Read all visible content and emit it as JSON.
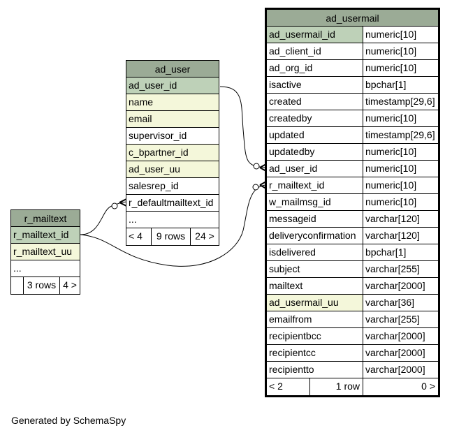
{
  "tables": {
    "ad_user": {
      "name": "ad_user",
      "columns": [
        {
          "name": "ad_user_id",
          "kind": "pk"
        },
        {
          "name": "name",
          "kind": "idx"
        },
        {
          "name": "email",
          "kind": "idx"
        },
        {
          "name": "supervisor_id",
          "kind": "plain"
        },
        {
          "name": "c_bpartner_id",
          "kind": "idx"
        },
        {
          "name": "ad_user_uu",
          "kind": "idx"
        },
        {
          "name": "salesrep_id",
          "kind": "plain"
        },
        {
          "name": "r_defaultmailtext_id",
          "kind": "plain"
        },
        {
          "name": "...",
          "kind": "plain"
        }
      ],
      "footer": {
        "parents": "< 4",
        "rows": "9 rows",
        "children": "24 >"
      }
    },
    "r_mailtext": {
      "name": "r_mailtext",
      "columns": [
        {
          "name": "r_mailtext_id",
          "kind": "pk"
        },
        {
          "name": "r_mailtext_uu",
          "kind": "idx"
        },
        {
          "name": "...",
          "kind": "plain"
        }
      ],
      "footer": {
        "parents": "",
        "rows": "3 rows",
        "children": "4 >"
      }
    },
    "ad_usermail": {
      "name": "ad_usermail",
      "columns": [
        {
          "name": "ad_usermail_id",
          "type": "numeric[10]",
          "kind": "pk"
        },
        {
          "name": "ad_client_id",
          "type": "numeric[10]",
          "kind": "plain"
        },
        {
          "name": "ad_org_id",
          "type": "numeric[10]",
          "kind": "plain"
        },
        {
          "name": "isactive",
          "type": "bpchar[1]",
          "kind": "plain"
        },
        {
          "name": "created",
          "type": "timestamp[29,6]",
          "kind": "plain"
        },
        {
          "name": "createdby",
          "type": "numeric[10]",
          "kind": "plain"
        },
        {
          "name": "updated",
          "type": "timestamp[29,6]",
          "kind": "plain"
        },
        {
          "name": "updatedby",
          "type": "numeric[10]",
          "kind": "plain"
        },
        {
          "name": "ad_user_id",
          "type": "numeric[10]",
          "kind": "plain"
        },
        {
          "name": "r_mailtext_id",
          "type": "numeric[10]",
          "kind": "plain"
        },
        {
          "name": "w_mailmsg_id",
          "type": "numeric[10]",
          "kind": "plain"
        },
        {
          "name": "messageid",
          "type": "varchar[120]",
          "kind": "plain"
        },
        {
          "name": "deliveryconfirmation",
          "type": "varchar[120]",
          "kind": "plain"
        },
        {
          "name": "isdelivered",
          "type": "bpchar[1]",
          "kind": "plain"
        },
        {
          "name": "subject",
          "type": "varchar[255]",
          "kind": "plain"
        },
        {
          "name": "mailtext",
          "type": "varchar[2000]",
          "kind": "plain"
        },
        {
          "name": "ad_usermail_uu",
          "type": "varchar[36]",
          "kind": "idx"
        },
        {
          "name": "emailfrom",
          "type": "varchar[255]",
          "kind": "plain"
        },
        {
          "name": "recipientbcc",
          "type": "varchar[2000]",
          "kind": "plain"
        },
        {
          "name": "recipientcc",
          "type": "varchar[2000]",
          "kind": "plain"
        },
        {
          "name": "recipientto",
          "type": "varchar[2000]",
          "kind": "plain"
        }
      ],
      "footer": {
        "parents": "< 2",
        "rows": "1 row",
        "children": "0 >"
      }
    }
  },
  "colors": {
    "header": "#9bab96",
    "primary_key": "#bed1b8",
    "indexed": "#f4f7da",
    "line": "#000000"
  },
  "credit": "Generated by SchemaSpy"
}
